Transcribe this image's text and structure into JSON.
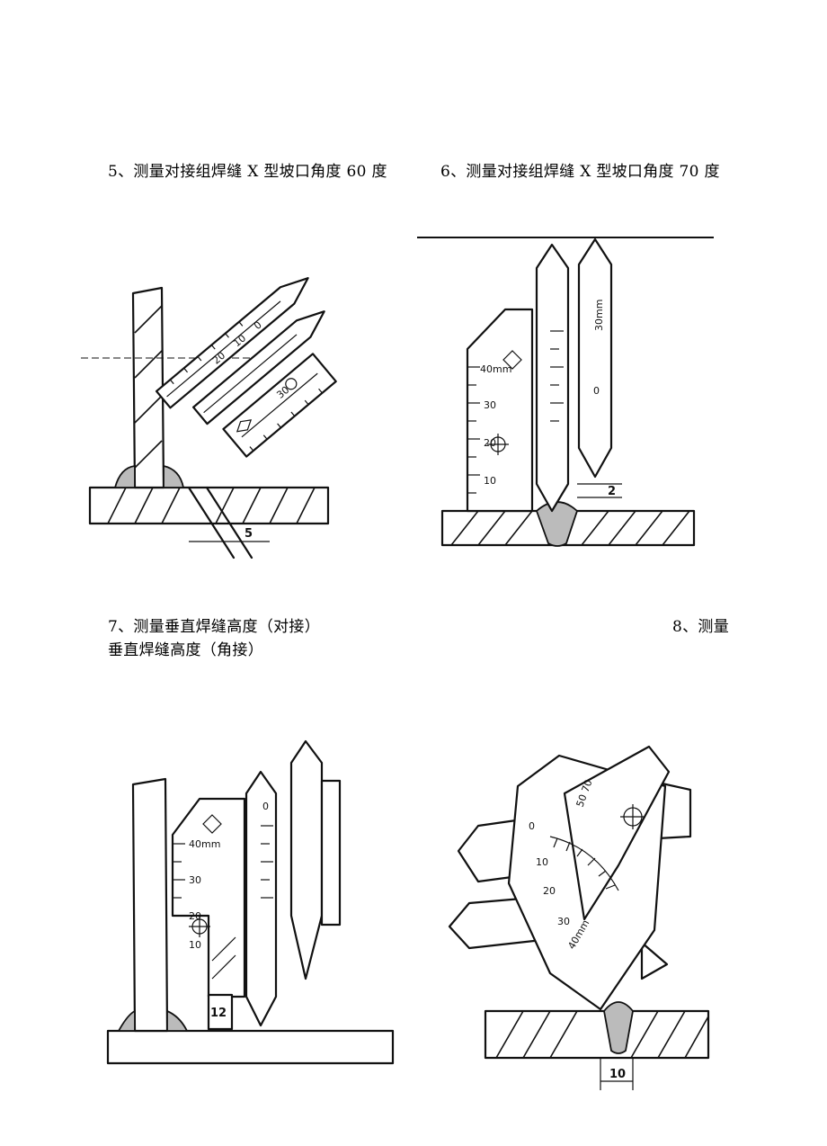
{
  "captions": {
    "fig5": "5、测量对接组焊缝 X 型坡口角度 60 度",
    "fig6": "6、测量对接组焊缝 X 型坡口角度 70 度",
    "fig7": "7、测量垂直焊缝高度（对接）",
    "fig8_part1": "8、测量",
    "fig8_part2": "垂直焊缝高度（角接）"
  },
  "fig5_labels": {
    "dim": "5",
    "s0": "0",
    "s10": "10",
    "s20": "20",
    "s30": "30"
  },
  "fig6_labels": {
    "dim": "2",
    "s0": "0",
    "s10": "10",
    "s20": "20",
    "s30": "30",
    "s40": "40mm",
    "smm": "30mm"
  },
  "fig7_labels": {
    "dim": "12",
    "s10": "10",
    "s20": "20",
    "s30": "30",
    "s40": "40mm",
    "s0": "0"
  },
  "fig8_labels": {
    "dim": "10",
    "s0": "0",
    "s10": "10",
    "s20": "20",
    "s30": "30",
    "s40": "40mm",
    "s5070": "50 70"
  }
}
